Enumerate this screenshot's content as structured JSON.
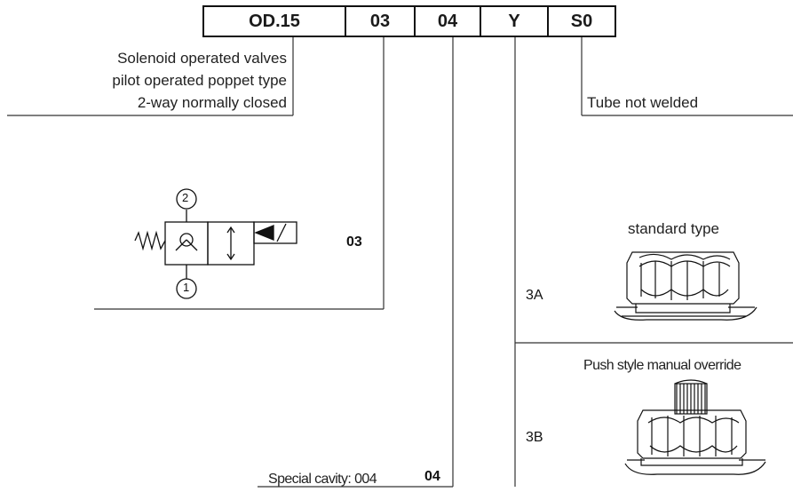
{
  "code": {
    "segments": [
      "OD.15",
      "03",
      "04",
      "Y",
      "S0"
    ]
  },
  "description": {
    "lines": [
      "Solenoid operated valves",
      "pilot operated poppet type",
      "2-way normally closed"
    ]
  },
  "option_03": {
    "code": "03",
    "port_top": "2",
    "port_bottom": "1"
  },
  "cavity": {
    "label": "Special cavity: 004",
    "code": "04"
  },
  "tube": {
    "label": "Tube not welded"
  },
  "override": {
    "standard_label": "standard type",
    "standard_code": "3A",
    "push_label": "Push style manual override",
    "push_code": "3B"
  }
}
